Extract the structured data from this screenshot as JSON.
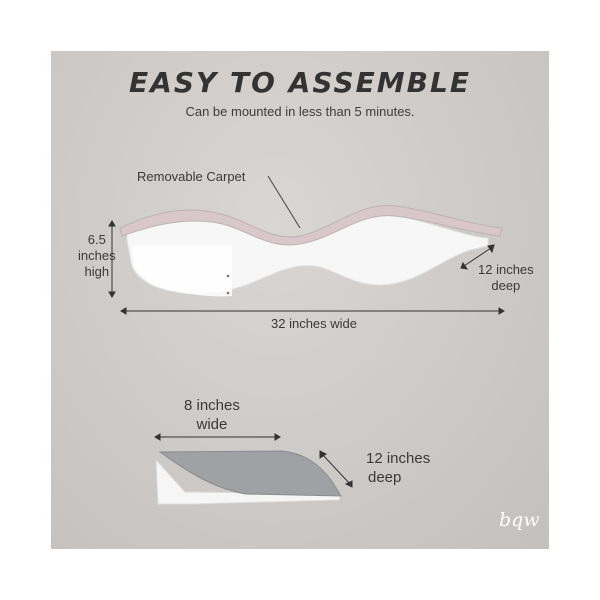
{
  "title": "EASY TO ASSEMBLE",
  "subtitle": "Can be mounted in less than 5 minutes.",
  "labels": {
    "carpet": "Removable Carpet",
    "height": [
      "6.5",
      "inches",
      "high"
    ],
    "depth_large": [
      "12 inches",
      "deep"
    ],
    "width_large": "32 inches wide",
    "width_small": [
      "8 inches",
      "wide"
    ],
    "depth_small": [
      "12 inches",
      "deep"
    ]
  },
  "brand": "bqw",
  "colors": {
    "background": "#cfccc9",
    "shelf": "#ffffff",
    "carpet_pink": "#d9c8cc",
    "carpet_gray": "#9fa0a3",
    "text": "#3a3a3a"
  }
}
